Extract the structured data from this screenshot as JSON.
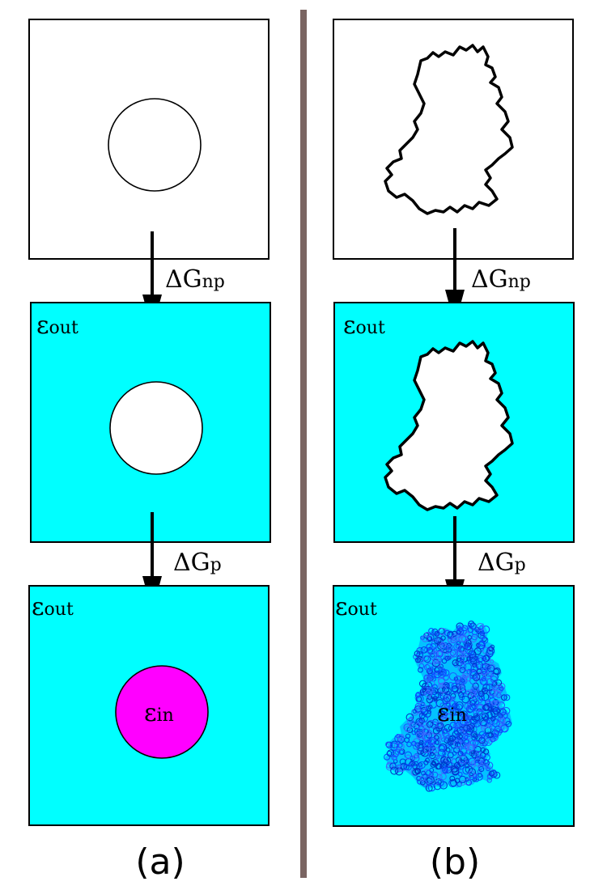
{
  "colors": {
    "solvent": "#00ffff",
    "solute_dielectric": "#ff00ff",
    "atoms": "#0a4dff",
    "divider": "#7a6562",
    "outline": "#000000",
    "cavity": "#ffffff"
  },
  "symbols": {
    "delta": "Δ",
    "g": "G",
    "epsilon": "ε"
  },
  "subscripts": {
    "nonpolar": "np",
    "polar": "p",
    "outside": "out",
    "inside": "in"
  },
  "panels": {
    "a": {
      "label": "(a)"
    },
    "b": {
      "label": "(b)"
    }
  }
}
